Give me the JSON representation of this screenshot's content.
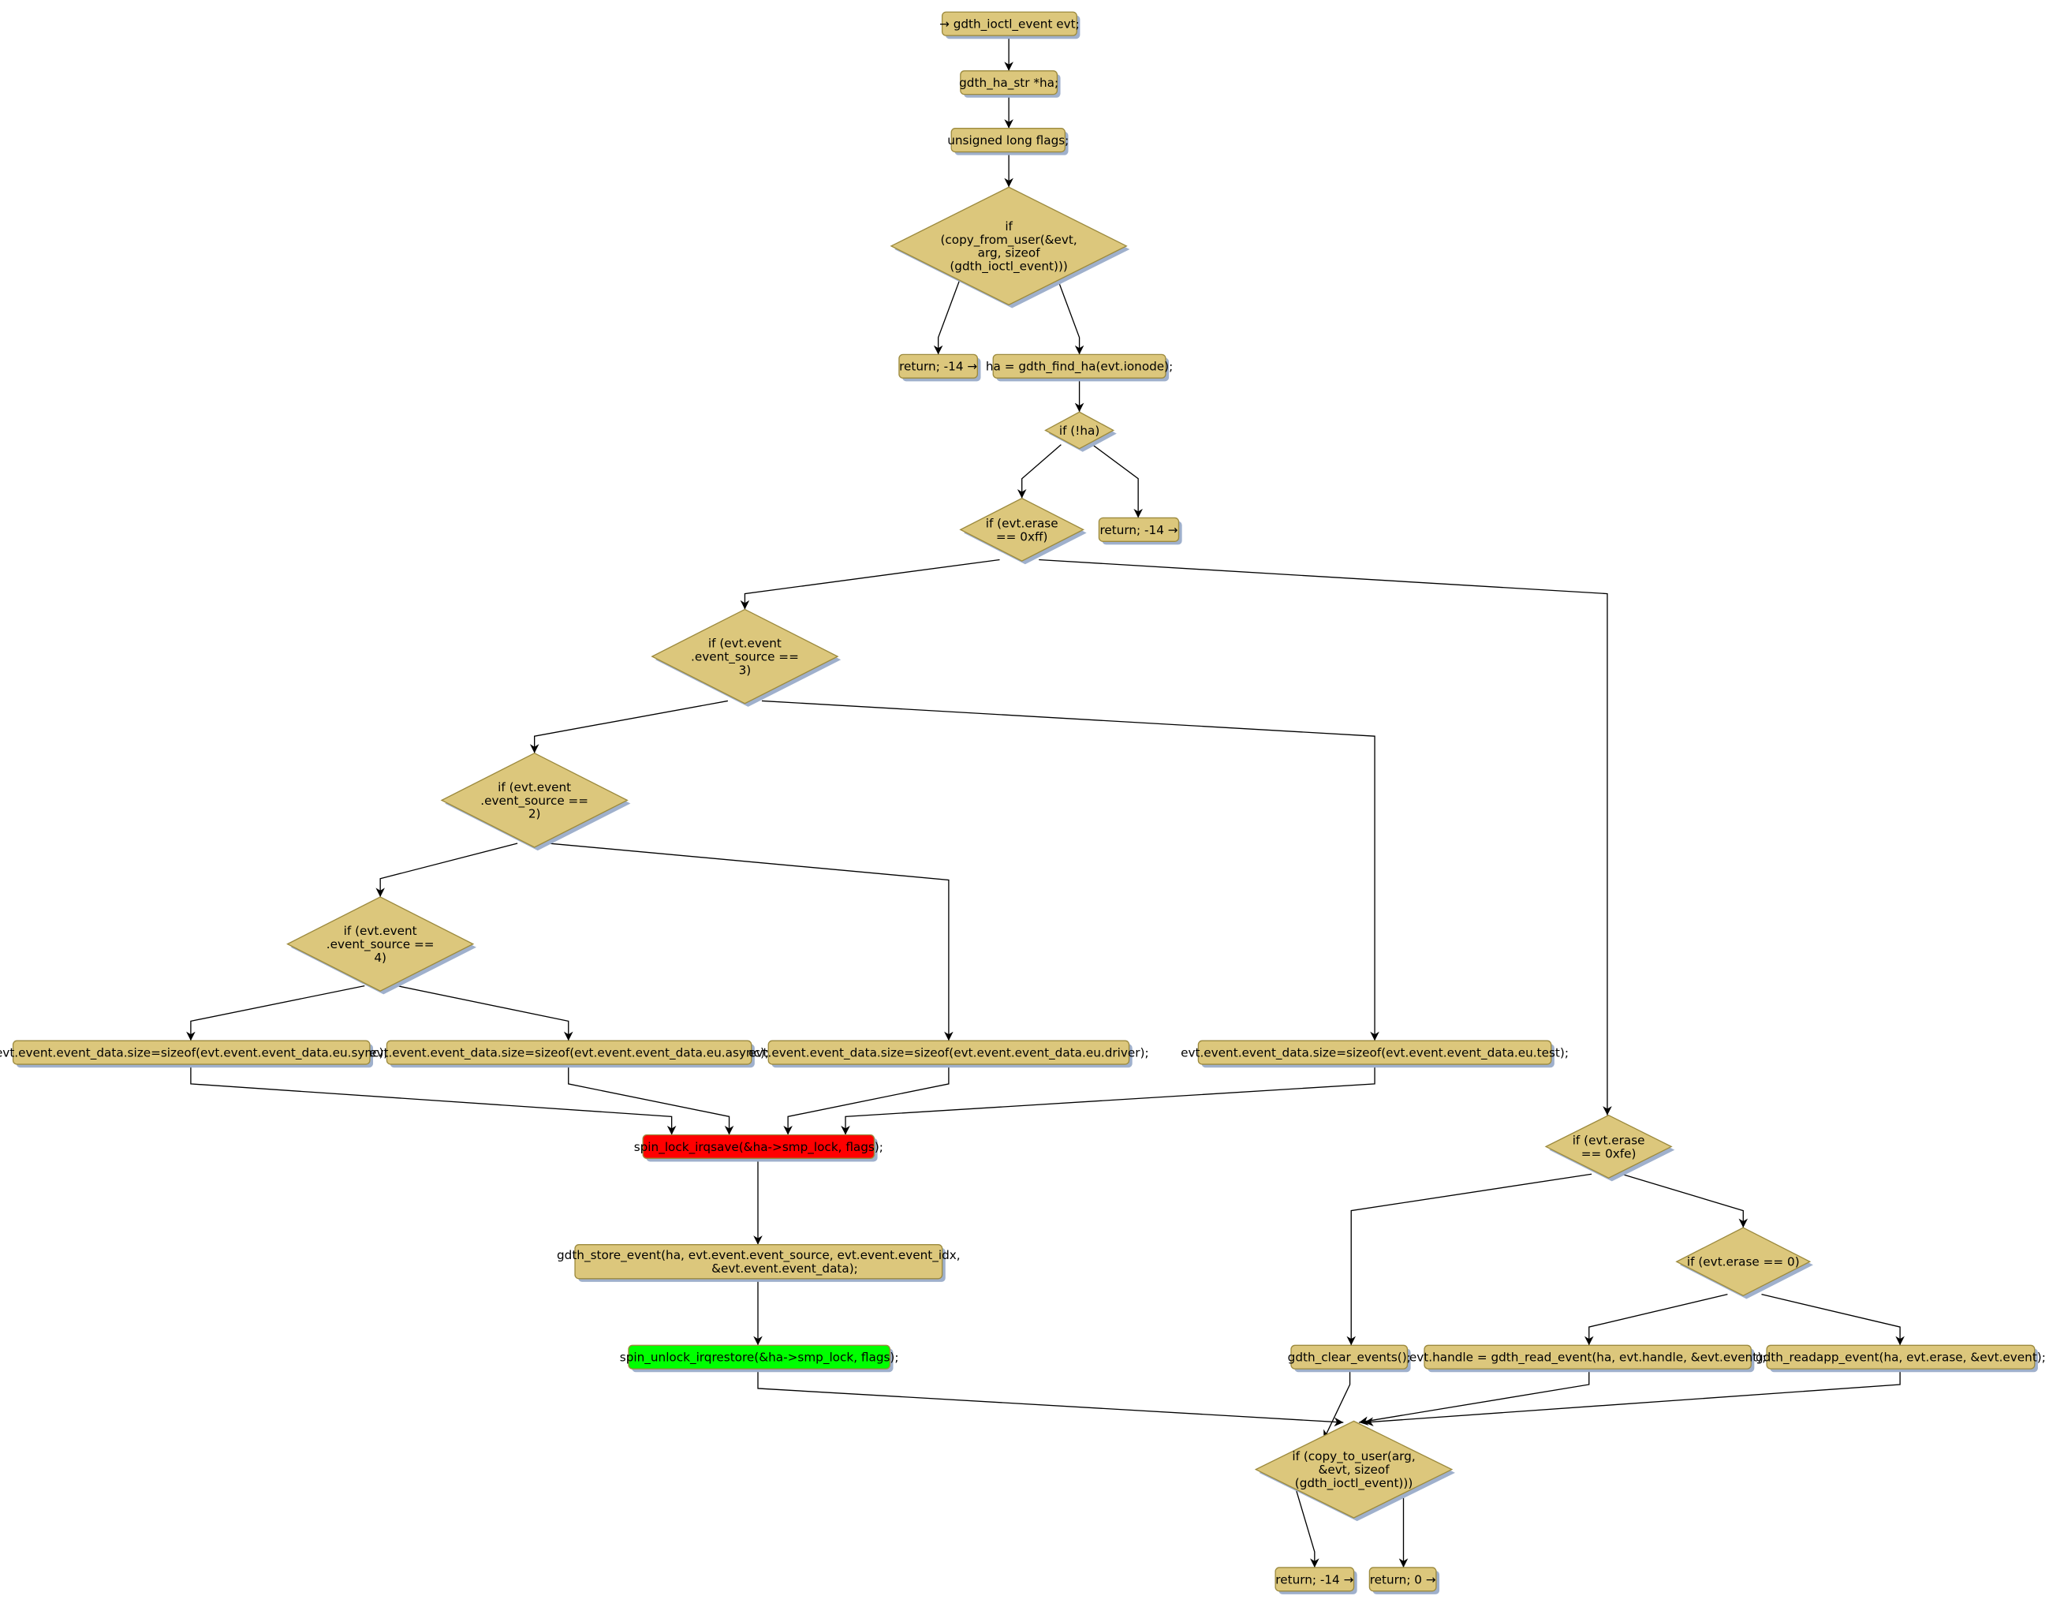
{
  "nodes": {
    "n1": {
      "lines": [
        "→ gdth_ioctl_event evt;"
      ],
      "fill": "#dcc77c"
    },
    "n2": {
      "lines": [
        "gdth_ha_str *ha;"
      ],
      "fill": "#dcc77c"
    },
    "n3": {
      "lines": [
        "unsigned long flags;"
      ],
      "fill": "#dcc77c"
    },
    "d1": {
      "lines": [
        "if",
        "(copy_from_user(&evt,",
        "arg, sizeof",
        "(gdth_ioctl_event)))"
      ],
      "fill": "#dcc77c"
    },
    "n4": {
      "lines": [
        "return; -14 →"
      ],
      "fill": "#dcc77c"
    },
    "n5": {
      "lines": [
        "ha = gdth_find_ha(evt.ionode);"
      ],
      "fill": "#dcc77c"
    },
    "d2": {
      "lines": [
        "if (!ha)"
      ],
      "fill": "#dcc77c"
    },
    "d3": {
      "lines": [
        "if (evt.erase",
        "== 0xff)"
      ],
      "fill": "#dcc77c"
    },
    "n6": {
      "lines": [
        "return; -14 →"
      ],
      "fill": "#dcc77c"
    },
    "d4": {
      "lines": [
        "if (evt.event",
        ".event_source ==",
        "3)"
      ],
      "fill": "#dcc77c"
    },
    "d5": {
      "lines": [
        "if (evt.event",
        ".event_source ==",
        "2)"
      ],
      "fill": "#dcc77c"
    },
    "d6": {
      "lines": [
        "if (evt.event",
        ".event_source ==",
        "4)"
      ],
      "fill": "#dcc77c"
    },
    "n7": {
      "lines": [
        "evt.event.event_data.size=sizeof(evt.event.event_data.eu.sync);"
      ],
      "fill": "#dcc77c"
    },
    "n8": {
      "lines": [
        "evt.event.event_data.size=sizeof(evt.event.event_data.eu.async);"
      ],
      "fill": "#dcc77c"
    },
    "n9": {
      "lines": [
        "evt.event.event_data.size=sizeof(evt.event.event_data.eu.driver);"
      ],
      "fill": "#dcc77c"
    },
    "n10": {
      "lines": [
        "evt.event.event_data.size=sizeof(evt.event.event_data.eu.test);"
      ],
      "fill": "#dcc77c"
    },
    "n11": {
      "lines": [
        "spin_lock_irqsave(&ha->smp_lock, flags);"
      ],
      "fill": "#ff0000"
    },
    "n12": {
      "lines": [
        "gdth_store_event(ha, evt.event.event_source, evt.event.event_idx,",
        "&evt.event.event_data);"
      ],
      "fill": "#dcc77c"
    },
    "n13": {
      "lines": [
        "spin_unlock_irqrestore(&ha->smp_lock, flags);"
      ],
      "fill": "#00ff00"
    },
    "d7": {
      "lines": [
        "if (evt.erase",
        "== 0xfe)"
      ],
      "fill": "#dcc77c"
    },
    "d8": {
      "lines": [
        "if (evt.erase == 0)"
      ],
      "fill": "#dcc77c"
    },
    "n14": {
      "lines": [
        "gdth_clear_events();"
      ],
      "fill": "#dcc77c"
    },
    "n15": {
      "lines": [
        "evt.handle = gdth_read_event(ha, evt.handle, &evt.event);"
      ],
      "fill": "#dcc77c"
    },
    "n16": {
      "lines": [
        "gdth_readapp_event(ha, evt.erase, &evt.event);"
      ],
      "fill": "#dcc77c"
    },
    "d9": {
      "lines": [
        "if (copy_to_user(arg,",
        "&evt, sizeof",
        "(gdth_ioctl_event)))"
      ],
      "fill": "#dcc77c"
    },
    "n17": {
      "lines": [
        "return; -14 →"
      ],
      "fill": "#dcc77c"
    },
    "n18": {
      "lines": [
        "return; 0 →"
      ],
      "fill": "#dcc77c"
    }
  },
  "colors": {
    "node_stroke": "#9c8a3e",
    "shadow": "#9fb0cc",
    "edge": "#000000"
  }
}
